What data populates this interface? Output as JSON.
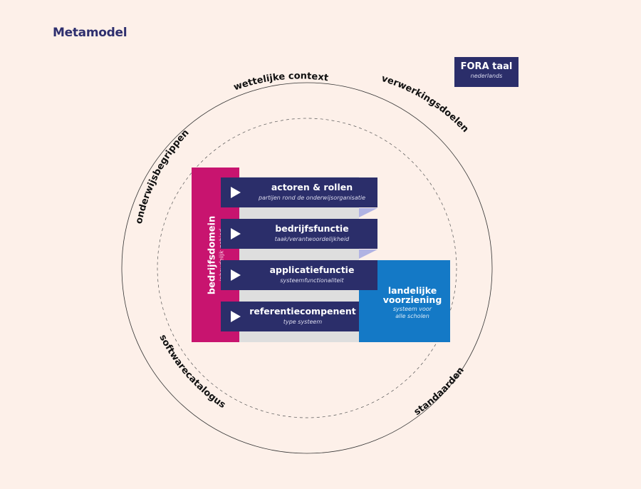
{
  "title": "Metamodel",
  "fora": {
    "title": "FORA taal",
    "subtitle": "nederlands"
  },
  "ring_labels": {
    "top": "wettelijke context",
    "top_right": "verwerkingsdoelen",
    "left": "onderwijsbegrippen",
    "bottom_left": "softwarecatalogus",
    "bottom_right": "standaarden"
  },
  "domain": {
    "title": "bedrijfsdomein",
    "subtitle": "inhoudelijk gebied"
  },
  "layers": [
    {
      "title": "actoren & rollen",
      "subtitle": "partijen rond de onderwijsorganisatie"
    },
    {
      "title": "bedrijfsfunctie",
      "subtitle": "taak/verantwoordelijkheid"
    },
    {
      "title": "applicatiefunctie",
      "subtitle": "systeemfunctionaliteit"
    },
    {
      "title": "referentiecompenent",
      "subtitle": "type systeem"
    }
  ],
  "landelijk": {
    "title_line1": "landelijke",
    "title_line2": "voorziening",
    "subtitle_line1": "systeem voor",
    "subtitle_line2": "alle scholen"
  },
  "colors": {
    "background": "#fdf0e9",
    "navy": "#2b2e6a",
    "magenta": "#c8146f",
    "blue": "#1479c6",
    "lavender": "#b1b3e3",
    "grey_panel": "#dedede"
  }
}
